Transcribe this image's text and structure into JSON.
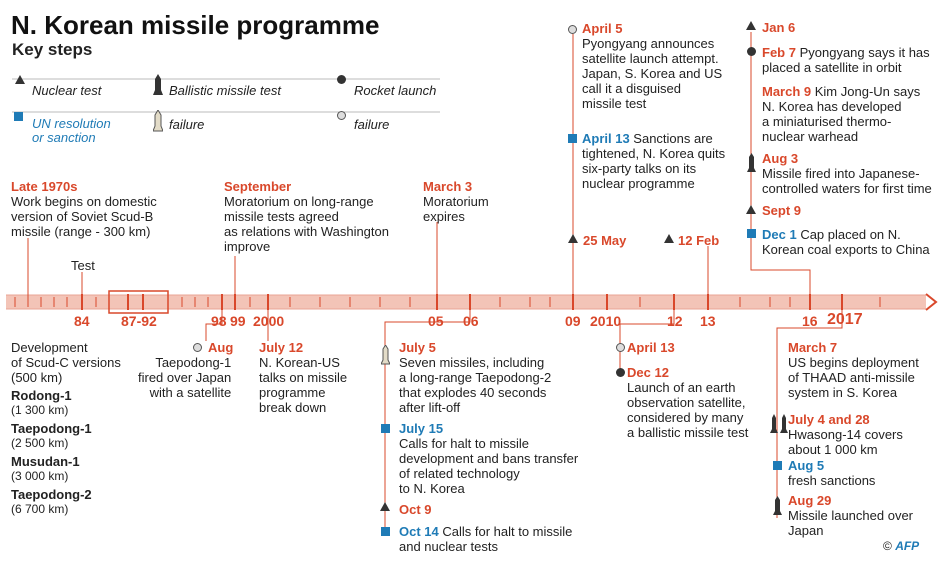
{
  "header": {
    "title": "N. Korean missile programme",
    "subtitle": "Key steps"
  },
  "legend": {
    "nuclear_test": "Nuclear test",
    "ballistic_test": "Ballistic missile test",
    "rocket_launch": "Rocket launch",
    "un_resolution": "UN resolution\nor sanction",
    "failure_1": "failure",
    "failure_2": "failure"
  },
  "timeline": {
    "labels": [
      "84",
      "87-92",
      "98",
      "99",
      "2000",
      "05",
      "06",
      "09",
      "2010",
      "12",
      "13",
      "16",
      "2017"
    ]
  },
  "above": {
    "late1970s": {
      "date": "Late 1970s",
      "text": "Work begins on domestic\nversion of Soviet Scud-B\nmissile (range - 300 km)"
    },
    "test": "Test",
    "september": {
      "date": "September",
      "text": "Moratorium on long-range\nmissile tests agreed\nas relations with Washington\nimprove"
    },
    "march3": {
      "date": "March 3",
      "text": "Moratorium\nexpires"
    },
    "apr5": {
      "date": "April 5",
      "text": "Pyongyang announces\nsatellite launch attempt.\nJapan, S. Korea and US\ncall it a disguised\nmissile test"
    },
    "apr13": {
      "date": "April 13",
      "text": " Sanctions are\ntightened, N. Korea quits\nsix-party talks on its\nnuclear programme"
    },
    "may25": {
      "date": "25 May"
    },
    "feb12": {
      "date": "12 Feb"
    },
    "jan6": {
      "date": "Jan 6"
    },
    "feb7": {
      "date": "Feb 7",
      "text": " Pyongyang says it has\nplaced a satellite in orbit"
    },
    "mar9": {
      "date": "March 9",
      "text": " Kim Jong-Un says\nN. Korea has developed\na miniaturised thermo-\nnuclear warhead"
    },
    "aug3": {
      "date": "Aug 3",
      "text": "Missile fired into Japanese-\ncontrolled waters for first time"
    },
    "sep9": {
      "date": "Sept 9"
    },
    "dec1": {
      "date": "Dec 1",
      "text": " Cap placed on N.\nKorean coal exports to China"
    }
  },
  "below": {
    "scudc": "Development\nof Scud-C versions\n(500 km)",
    "missiles": [
      {
        "name": "Rodong-1",
        "range": "(1 300 km)"
      },
      {
        "name": "Taepodong-1",
        "range": "(2 500 km)"
      },
      {
        "name": "Musudan-1",
        "range": "(3 000 km)"
      },
      {
        "name": "Taepodong-2",
        "range": "(6 700 km)"
      }
    ],
    "aug98": {
      "date": "Aug",
      "text": "Taepodong-1\nfired over Japan\nwith a satellite"
    },
    "jul12": {
      "date": "July 12",
      "text": "N. Korean-US\ntalks on missile\nprogramme\nbreak down"
    },
    "jul5": {
      "date": "July 5",
      "text": "Seven missiles, including\na long-range Taepodong-2\nthat explodes 40 seconds\nafter lift-off"
    },
    "jul15": {
      "date": "July 15",
      "text": "Calls for halt to missile\ndevelopment and bans transfer\nof related technology\nto N. Korea"
    },
    "oct9": {
      "date": "Oct 9"
    },
    "oct14": {
      "date": "Oct 14",
      "text": " Calls for halt to missile\nand nuclear tests"
    },
    "apr13b": {
      "date": "April 13"
    },
    "dec12": {
      "date": "Dec 12",
      "text": "Launch of an earth\nobservation satellite,\nconsidered by many\na ballistic missile test"
    },
    "mar7": {
      "date": "March 7",
      "text": "US begins deployment\nof THAAD anti-missile\nsystem in S. Korea"
    },
    "jul428": {
      "date": "July 4 and 28",
      "text": "Hwasong-14 covers\nabout 1 000 km"
    },
    "aug5": {
      "date": "Aug 5",
      "text": "fresh sanctions"
    },
    "aug29": {
      "date": "Aug 29",
      "text": "Missile launched over\nJapan"
    }
  },
  "footer": {
    "copyright": "©",
    "agency": "AFP"
  },
  "colors": {
    "accent": "#d9482b",
    "un": "#1f7bb6",
    "timeline_band": "#f3c4b7"
  }
}
